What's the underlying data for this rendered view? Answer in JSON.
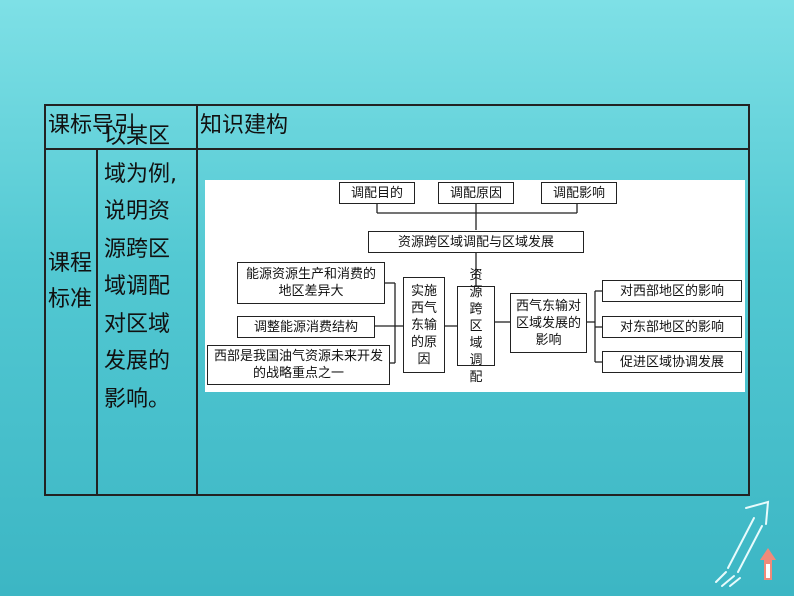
{
  "table": {
    "header_left": "课标导引",
    "header_right": "知识建构",
    "row_label": "课程标准",
    "standard_text": "以某区域为例,说明资源跨区域调配对区域发展的影响。"
  },
  "diagram": {
    "top": [
      "调配目的",
      "调配原因",
      "调配影响"
    ],
    "center": "资源跨区域调配与区域发展",
    "left_items": [
      "能源资源生产和消费的地区差异大",
      "调整能源消费结构",
      "西部是我国油气资源未来开发的战略重点之一"
    ],
    "reason": "实施西气东输的原因",
    "core": "资源跨区域调配",
    "effect": "西气东输对区域发展的影响",
    "right_items": [
      "对西部地区的影响",
      "对东部地区的影响",
      "促进区域协调发展"
    ]
  }
}
